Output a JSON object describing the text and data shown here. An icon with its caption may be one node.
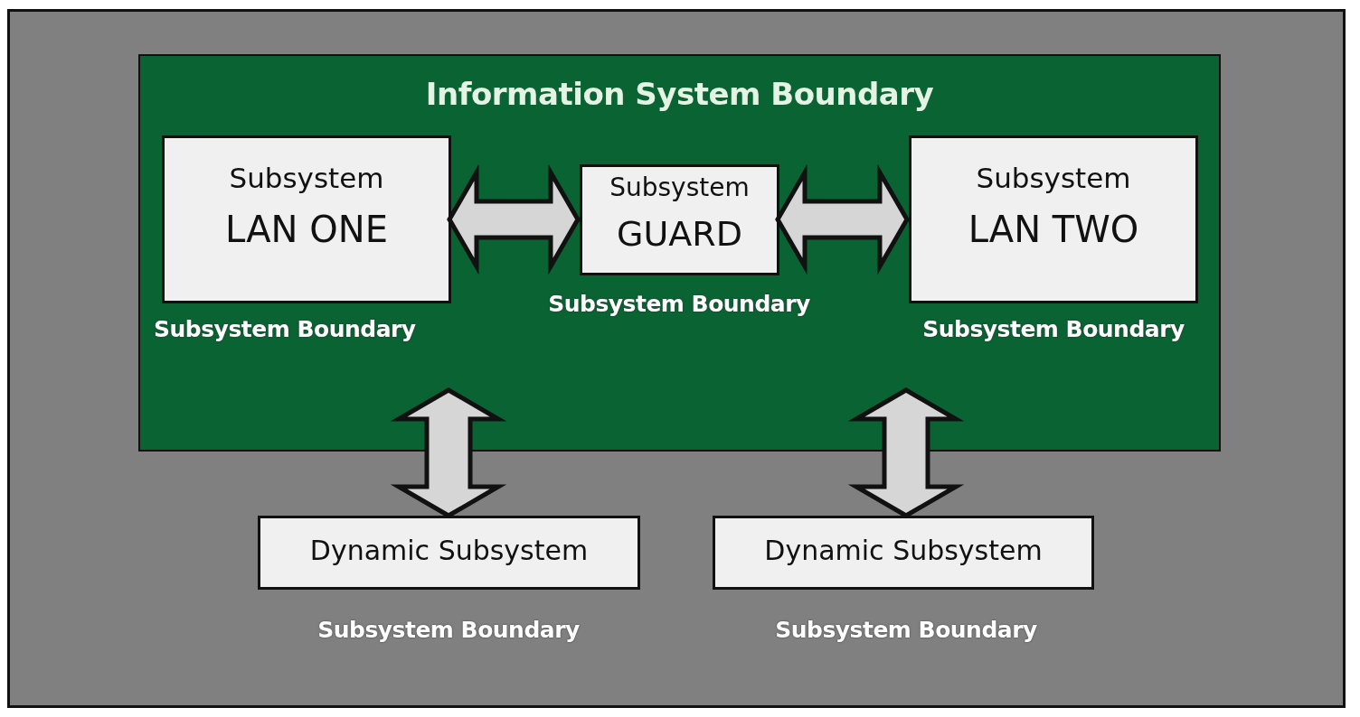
{
  "diagram": {
    "nodes": [
      {
        "text": [
          "Information System Boundary"
        ]
      },
      {
        "text": [
          "Subsystem",
          "LAN ONE"
        ],
        "in": 0,
        "beside": [
          "Subsystem Boundary"
        ]
      },
      {
        "text": [
          "Subsystem",
          "GUARD"
        ],
        "in": 0,
        "beside": [
          "Subsystem Boundary"
        ]
      },
      {
        "text": [
          "Subsystem",
          "LAN TWO"
        ],
        "in": 0,
        "beside": [
          "Subsystem Boundary"
        ]
      },
      {
        "text": [
          "Dynamic Subsystem"
        ],
        "beside": [
          "Subsystem Boundary"
        ]
      },
      {
        "text": [
          "Dynamic Subsystem"
        ],
        "beside": [
          "Subsystem Boundary"
        ]
      }
    ],
    "edges": [
      {
        "from": 1,
        "to": 2,
        "arrow": "both",
        "style": "thick"
      },
      {
        "from": 2,
        "to": 3,
        "arrow": "both",
        "style": "thick"
      },
      {
        "from": 0,
        "to": 4,
        "arrow": "both",
        "style": "thick"
      },
      {
        "from": 0,
        "to": 5,
        "arrow": "both",
        "style": "thick"
      }
    ]
  }
}
